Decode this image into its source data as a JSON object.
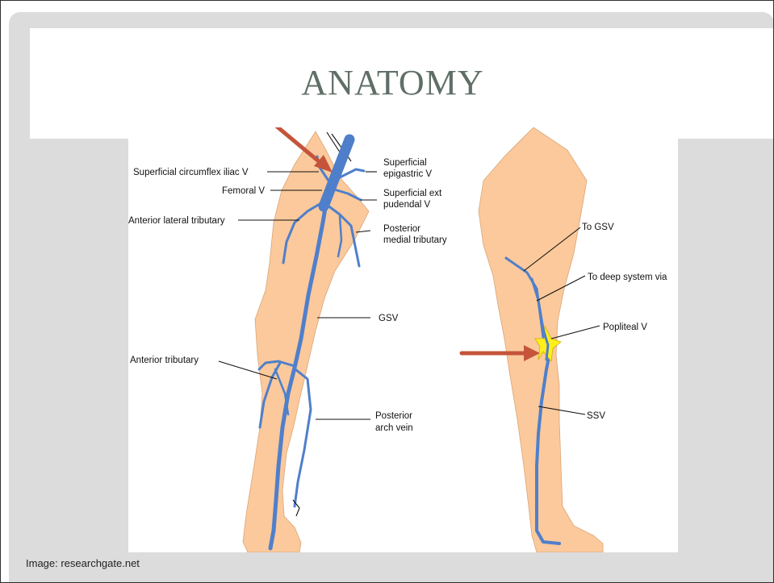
{
  "slide": {
    "title": "ANATOMY",
    "credit": "Image:  researchgate.net"
  },
  "diagram": {
    "left_leg_labels": {
      "superficial_circumflex_iliac": "Superficial circumflex iliac V",
      "femoral": "Femoral V",
      "anterior_lateral_tributary": "Anterior lateral tributary",
      "superficial_epigastric_1": "Superficial",
      "superficial_epigastric_2": "epigastric V",
      "superficial_ext_pudendal_1": "Superficial ext",
      "superficial_ext_pudendal_2": "pudendal V",
      "posterior_medial_1": "Posterior",
      "posterior_medial_2": "medial tributary",
      "gsv": "GSV",
      "anterior_tributary": "Anterior tributary",
      "posterior_arch_1": "Posterior",
      "posterior_arch_2": "arch vein"
    },
    "right_leg_labels": {
      "to_gsv": "To GSV",
      "to_deep_system": "To deep system via",
      "popliteal": "Popliteal V",
      "ssv": "SSV"
    },
    "colors": {
      "skin": "#fbc99b",
      "vein": "#4f7fcb",
      "arrow": "#c5543a",
      "popliteal_highlight": "#ffef1a"
    }
  }
}
